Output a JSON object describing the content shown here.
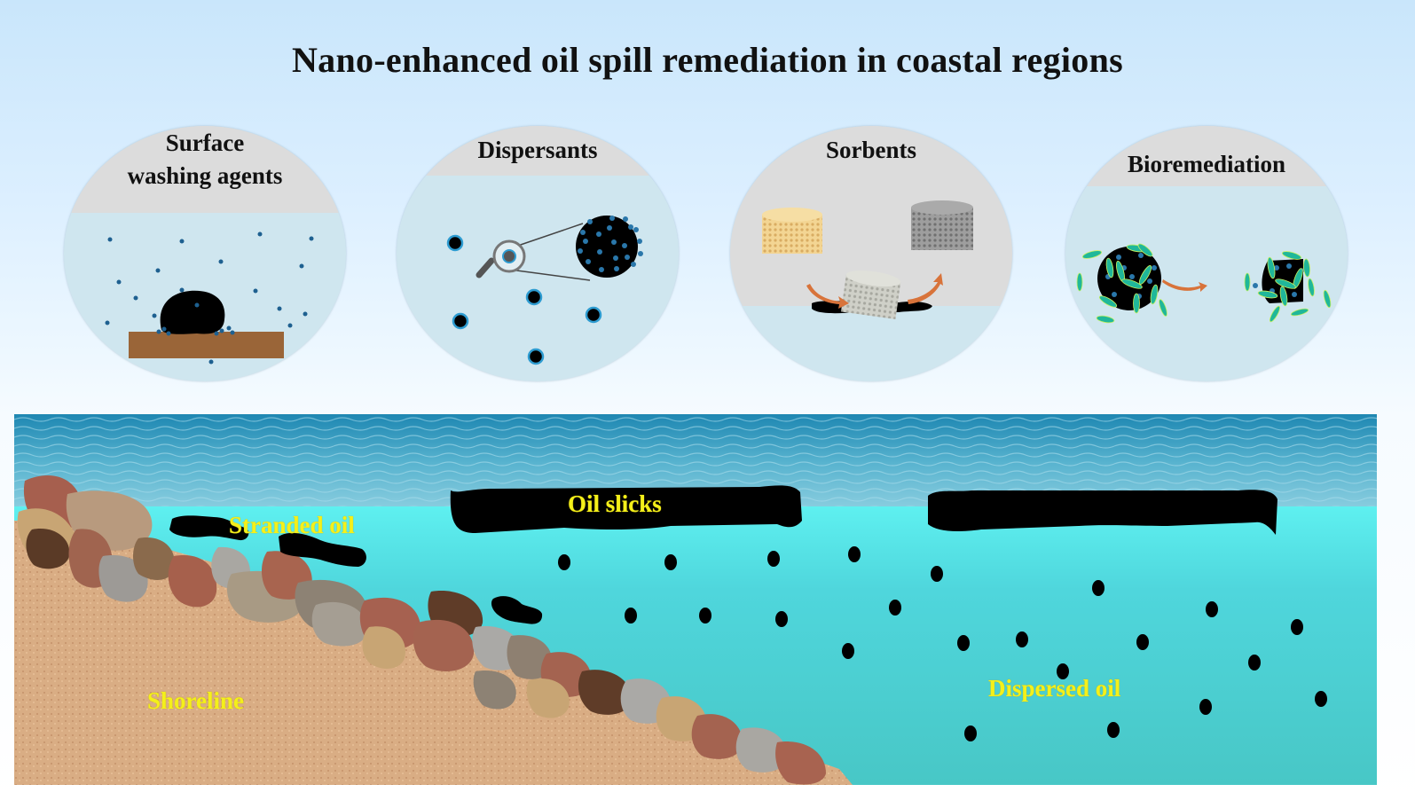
{
  "figure": {
    "title": "Nano-enhanced oil spill remediation in coastal regions"
  },
  "panels": [
    {
      "id": "surface-washing",
      "label_line1": "Surface",
      "label_line2": "washing agents"
    },
    {
      "id": "dispersants",
      "label_line1": "Dispersants"
    },
    {
      "id": "sorbents",
      "label_line1": "Sorbents"
    },
    {
      "id": "bioremediation",
      "label_line1": "Bioremediation"
    }
  ],
  "scene": {
    "labels": {
      "stranded_oil": "Stranded oil",
      "oil_slicks": "Oil slicks",
      "shoreline": "Shoreline",
      "dispersed_oil": "Dispersed oil"
    }
  },
  "colors": {
    "oil": "#000000",
    "label_yellow": "#f4f01a",
    "nanoparticle_blue": "#1e6090",
    "bacteria_green": "#20b79a",
    "arrow_orange": "#d8733a",
    "sand": "#d9ad84",
    "water_cyan": "#4fd6dc",
    "substrate_brown": "#9a6538"
  }
}
